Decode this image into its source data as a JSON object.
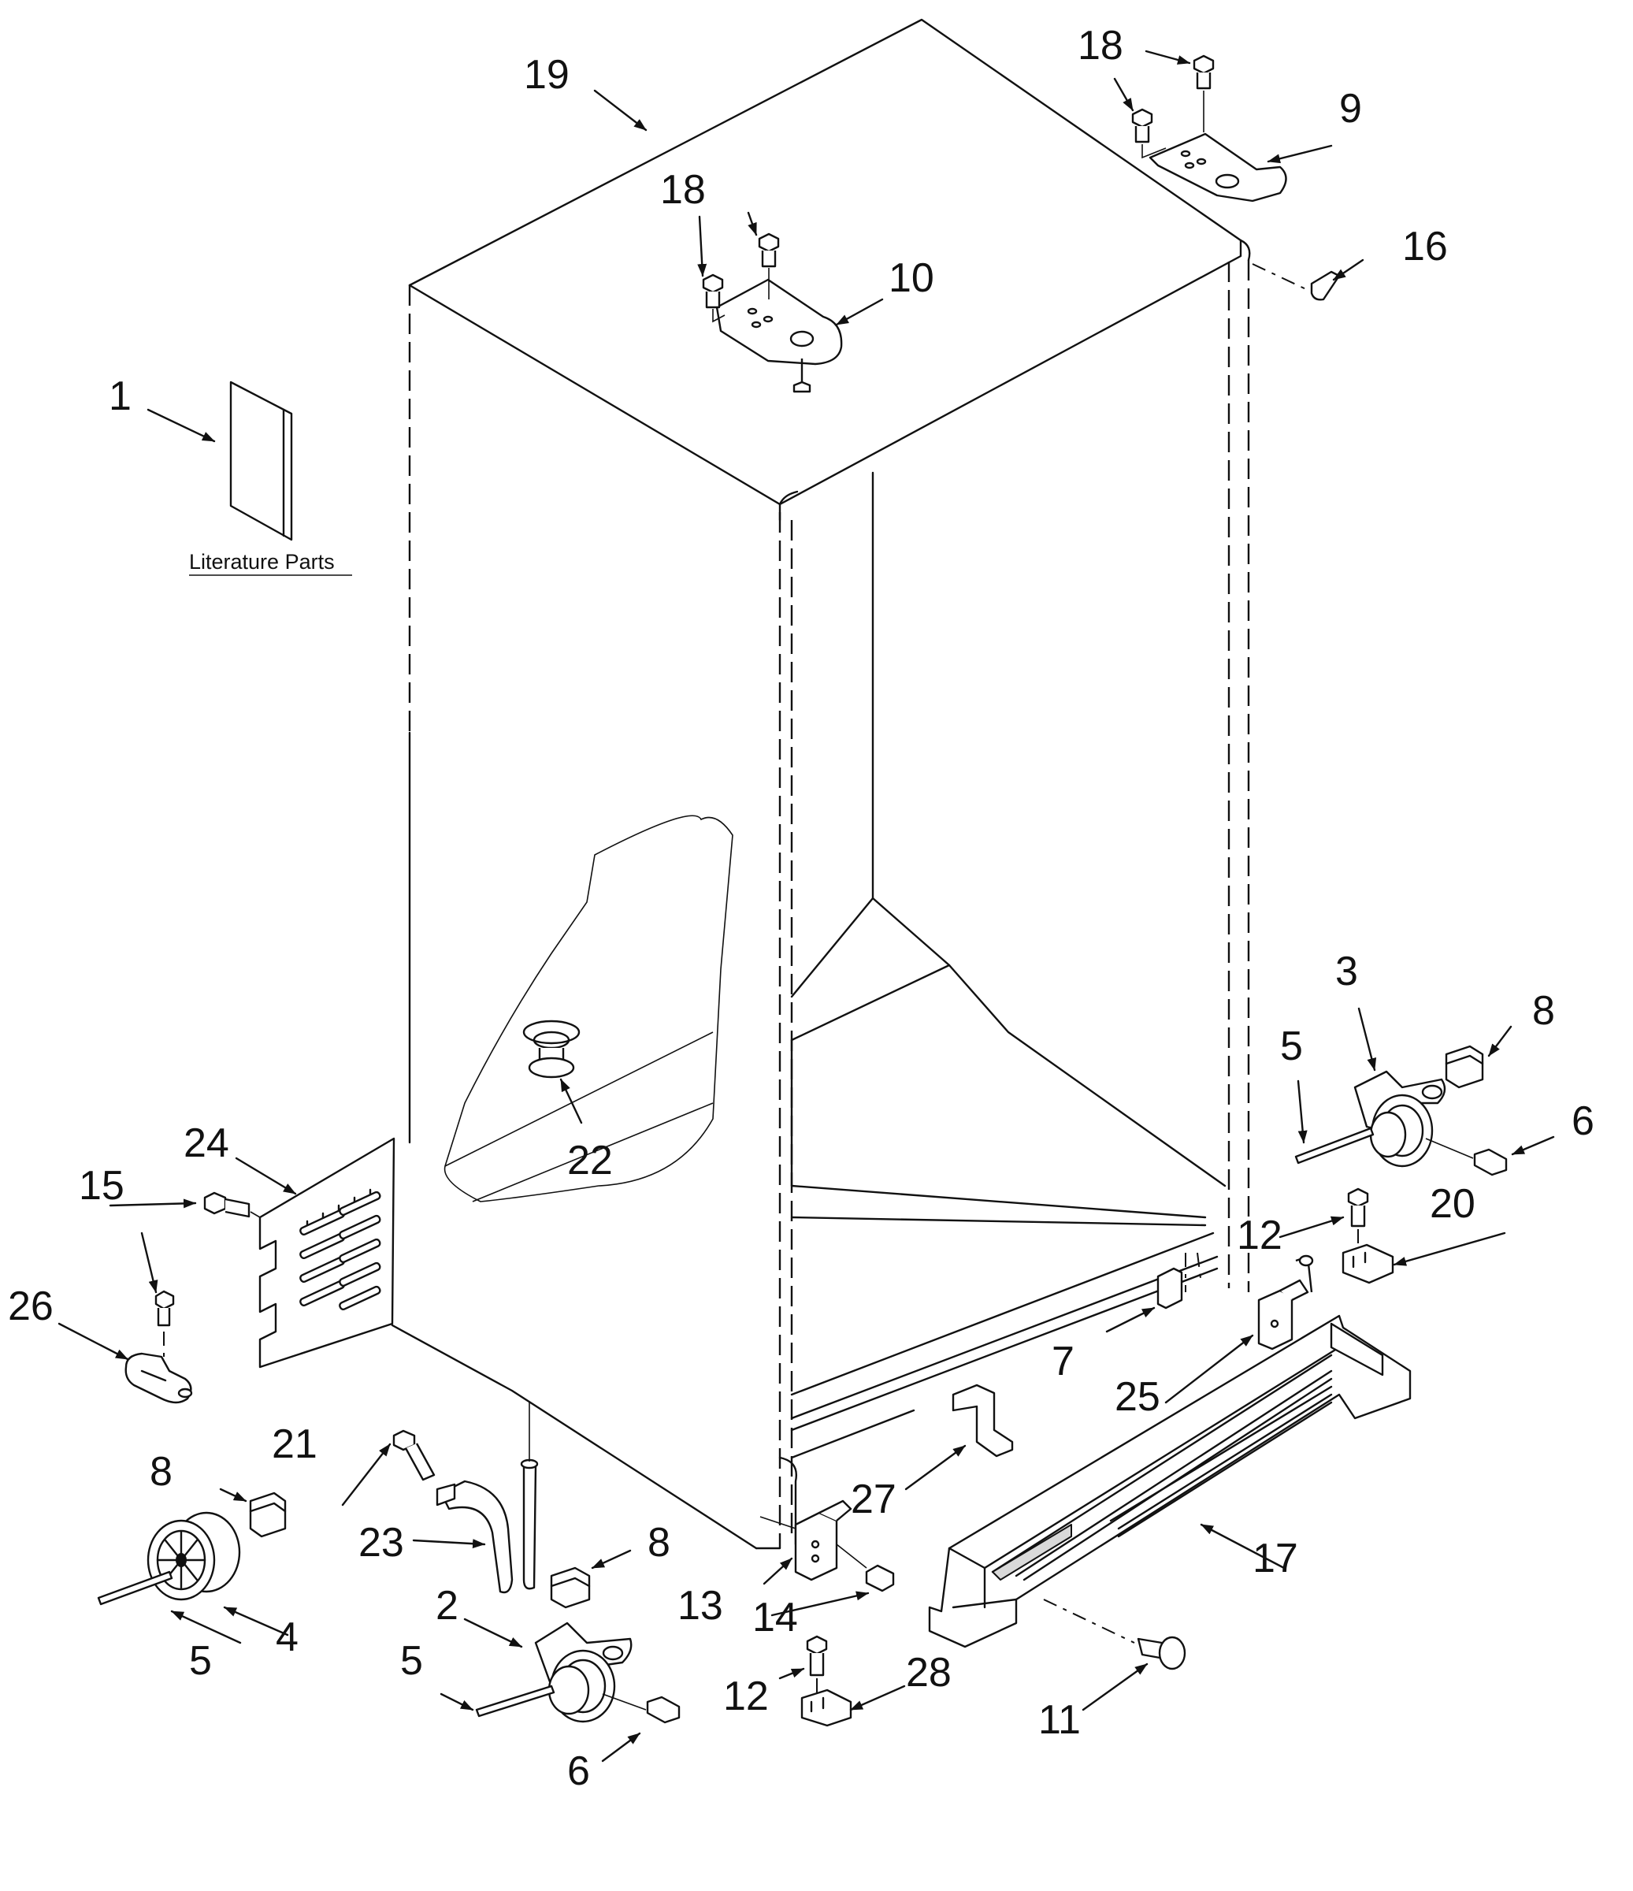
{
  "caption": "Literature Parts",
  "callouts": {
    "c1": "1",
    "c2": "2",
    "c3": "3",
    "c4": "4",
    "c5": "5",
    "c6": "6",
    "c7": "7",
    "c8": "8",
    "c9": "9",
    "c10": "10",
    "c11": "11",
    "c12": "12",
    "c13": "13",
    "c14": "14",
    "c15": "15",
    "c16": "16",
    "c17": "17",
    "c18": "18",
    "c19": "19",
    "c20": "20",
    "c21": "21",
    "c22": "22",
    "c23": "23",
    "c24": "24",
    "c25": "25",
    "c26": "26",
    "c27": "27",
    "c28": "28"
  }
}
